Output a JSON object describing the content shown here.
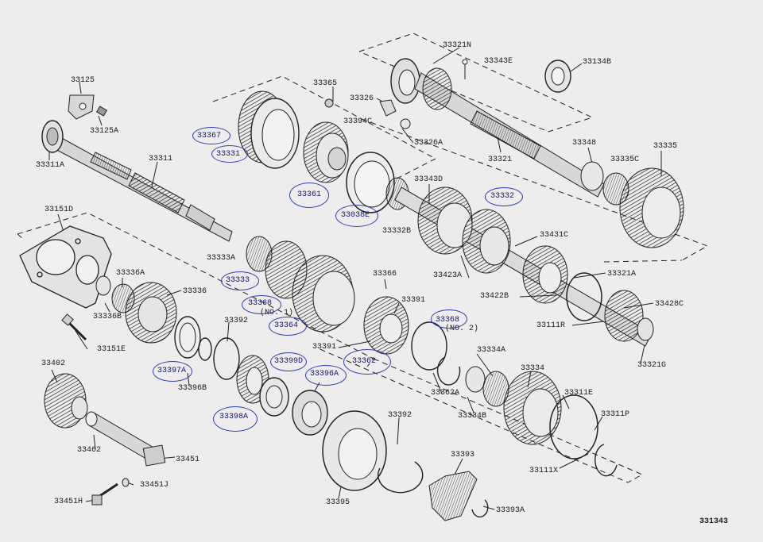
{
  "colors": {
    "paper": "#eeeced",
    "ink": "#1a1a1a",
    "pen": "#3040b0"
  },
  "figure_id": "331343",
  "labels": {
    "p33125": "33125",
    "p33125A": "33125A",
    "p33311A": "33311A",
    "p33311": "33311",
    "p33151D": "33151D",
    "p33151E": "33151E",
    "p33336A": "33336A",
    "p33336": "33336",
    "p33336B": "33336B",
    "p33402": "33402",
    "p33462": "33462",
    "p33451": "33451",
    "p33451J": "33451J",
    "p33451H": "33451H",
    "p33365": "33365",
    "p33394C": "33394C",
    "p33326": "33326",
    "p33326A": "33326A",
    "p33367": "33367",
    "p33331": "33331",
    "p33361": "33361",
    "p33038E": "33038E",
    "p33321N": "33321N",
    "p33343E": "33343E",
    "p33134B": "33134B",
    "p33321": "33321",
    "p33348": "33348",
    "p33335C": "33335C",
    "p33335": "33335",
    "p33343D": "33343D",
    "p33332": "33332",
    "p33332B": "33332B",
    "p33431C": "33431C",
    "p33423A": "33423A",
    "p33321A": "33321A",
    "p33422B": "33422B",
    "p33428C": "33428C",
    "p33111R": "33111R",
    "p33321G": "33321G",
    "p33333A": "33333A",
    "p33333": "33333",
    "p33366": "33366",
    "p33368_1": "33368",
    "p33368_1_note": "(NO. 1)",
    "p33364": "33364",
    "p33391a": "33391",
    "p33391b": "33391",
    "p33362": "33362",
    "p33368_2": "33368",
    "p33368_2_note": "(NO. 2)",
    "p33362A": "33362A",
    "p33392a": "33392",
    "p33397A": "33397A",
    "p33396B": "33396B",
    "p33399D": "33399D",
    "p33396A": "33396A",
    "p33398A": "33398A",
    "p33392b": "33392",
    "p33395": "33395",
    "p33393": "33393",
    "p33393A": "33393A",
    "p33334A": "33334A",
    "p33334": "33334",
    "p33334B": "33334B",
    "p33311E": "33311E",
    "p33311P": "33311P",
    "p33111X": "33111X"
  }
}
